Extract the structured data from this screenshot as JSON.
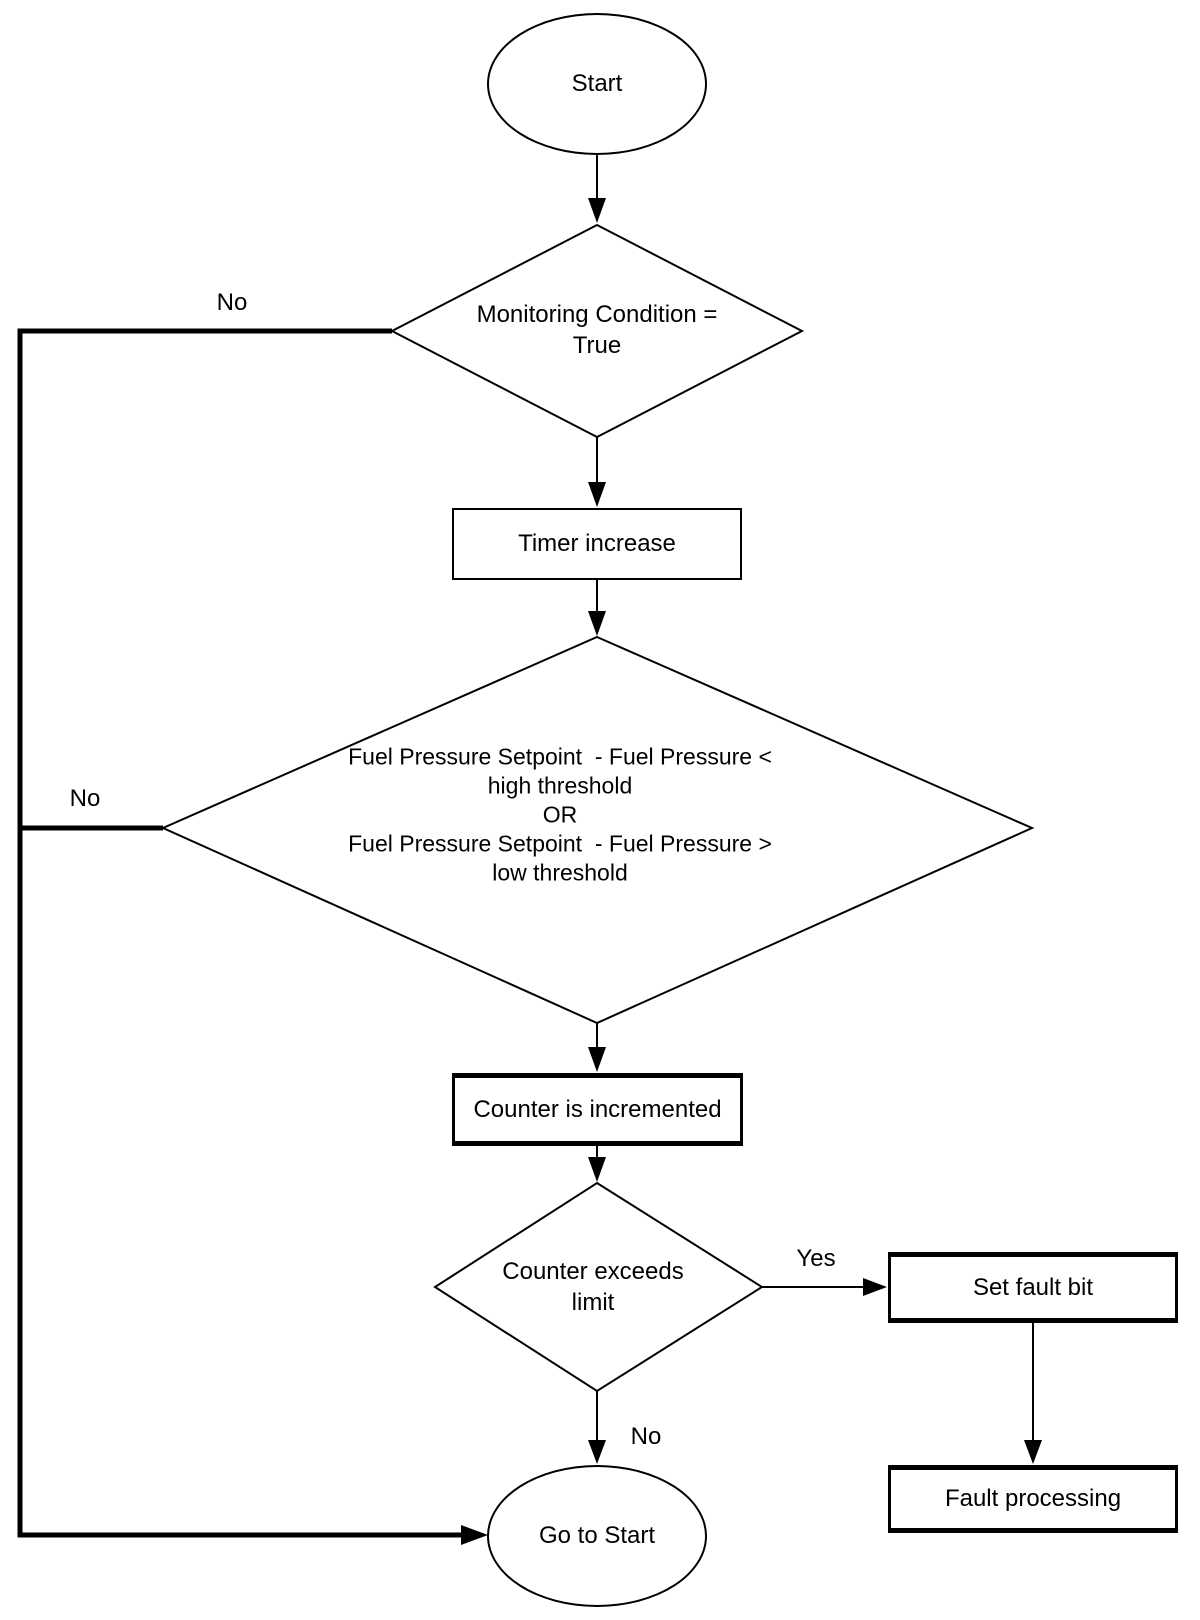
{
  "colors": {
    "background": "#ffffff",
    "line": "#000000",
    "text": "#000000"
  },
  "nodes": {
    "start": {
      "label": "Start",
      "type": "terminator"
    },
    "monitoring_decision": {
      "label": "Monitoring Condition =\nTrue",
      "type": "decision"
    },
    "timer_increase": {
      "label": "Timer increase",
      "type": "process"
    },
    "fuel_pressure_decision": {
      "label": "Fuel Pressure Setpoint  - Fuel Pressure <\nhigh threshold\nOR\nFuel Pressure Setpoint  - Fuel Pressure >\nlow threshold",
      "type": "decision"
    },
    "counter_incremented": {
      "label": "Counter is incremented",
      "type": "process-emphasized"
    },
    "counter_decision": {
      "label": "Counter exceeds\nlimit",
      "type": "decision"
    },
    "set_fault_bit": {
      "label": "Set fault bit",
      "type": "process-emphasized"
    },
    "fault_processing": {
      "label": "Fault processing",
      "type": "process-emphasized"
    },
    "go_to_start": {
      "label": "Go to Start",
      "type": "terminator"
    }
  },
  "edge_labels": {
    "monitoring_no": "No",
    "fuel_pressure_no": "No",
    "counter_yes": "Yes",
    "counter_no": "No"
  }
}
